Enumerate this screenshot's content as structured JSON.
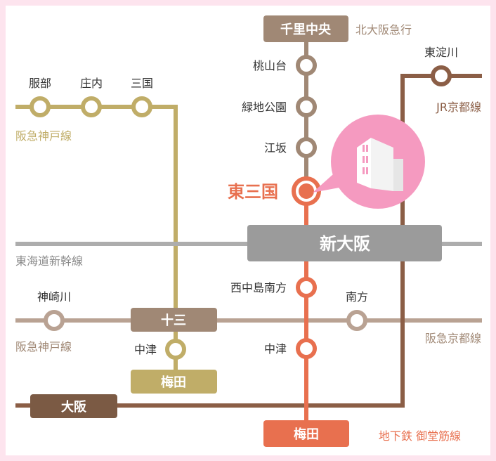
{
  "colors": {
    "background_outer": "#fde4ee",
    "panel": "#ffffff",
    "midosuji": "#e8704f",
    "hankyu_kobe": "#c0ad68",
    "hankyu_kyoto_station_line": "#b9a293",
    "jr_kyoto": "#8b5e46",
    "shinkansen": "#adadad",
    "kita_osaka": "#a08875",
    "highlight_bubble": "#f59ac0",
    "box_shinosaka": "#9b9b9b",
    "box_umeda_midosuji": "#e8704f",
    "box_umeda_kobe": "#c0ad68",
    "box_osaka": "#7b5a44",
    "box_juso": "#a08875",
    "box_senri": "#a08875"
  },
  "lines": {
    "kita_osaka": "北大阪急行",
    "jr_kyoto": "JR京都線",
    "hankyu_kobe_upper": "阪急神戸線",
    "tokaido_shinkansen": "東海道新幹線",
    "hankyu_kobe_lower": "阪急神戸線",
    "hankyu_kyoto": "阪急京都線",
    "midosuji": "地下鉄 御堂筋線"
  },
  "stations": {
    "senri_chuo": "千里中央",
    "momoyamadai": "桃山台",
    "ryokuchi_koen": "緑地公園",
    "esaka": "江坂",
    "higashi_mikuni": "東三国",
    "shin_osaka": "新大阪",
    "nishinakajima_minamigata": "西中島南方",
    "nakatsu_midosuji": "中津",
    "umeda_midosuji": "梅田",
    "higashi_yodogawa": "東淀川",
    "hattori": "服部",
    "shonai": "庄内",
    "mikuni": "三国",
    "kanzakigawa": "神崎川",
    "juso": "十三",
    "minamikata": "南方",
    "nakatsu_hankyu": "中津",
    "umeda_hankyu": "梅田",
    "osaka": "大阪"
  },
  "icons": {
    "building": "building-icon"
  }
}
